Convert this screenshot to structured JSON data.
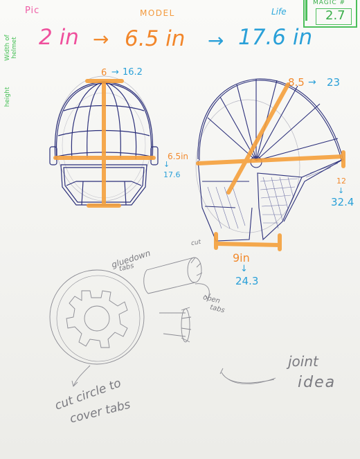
{
  "headers": {
    "pic": "Pic",
    "model": "MODEL",
    "life": "Life",
    "magic_label": "MAGIC #",
    "magic_value": "2.7"
  },
  "conversion": {
    "pic": "2 in",
    "arrow": "→",
    "model": "6.5 in",
    "life": "17.6 in"
  },
  "side_labels": {
    "width": "Width of helmet",
    "height": "height"
  },
  "front_view": {
    "width_model": "6",
    "width_life": "16.2",
    "height_model": "6.5in",
    "height_life": "17.6"
  },
  "side_view": {
    "width_model": "8.5",
    "width_life": "23",
    "depth_model": "12",
    "depth_life": "32.4",
    "base_model": "9in",
    "base_life": "24.3"
  },
  "arrows": {
    "right": "→",
    "down": "↓"
  },
  "notes": {
    "gluedown": "gluedown",
    "tabs": "tabs",
    "cut": "cut",
    "open": "open",
    "open_tabs": "tabs",
    "cut_circle": "cut circle to",
    "cover_tabs": "cover tabs",
    "joint": "joint",
    "idea": "idea"
  },
  "colors": {
    "pink": "#ef4f9c",
    "orange": "#f28a2e",
    "blue": "#2aa0d8",
    "green": "#3ebd4e",
    "ink": "#2b2f7a",
    "pencil": "#7a7a80"
  }
}
